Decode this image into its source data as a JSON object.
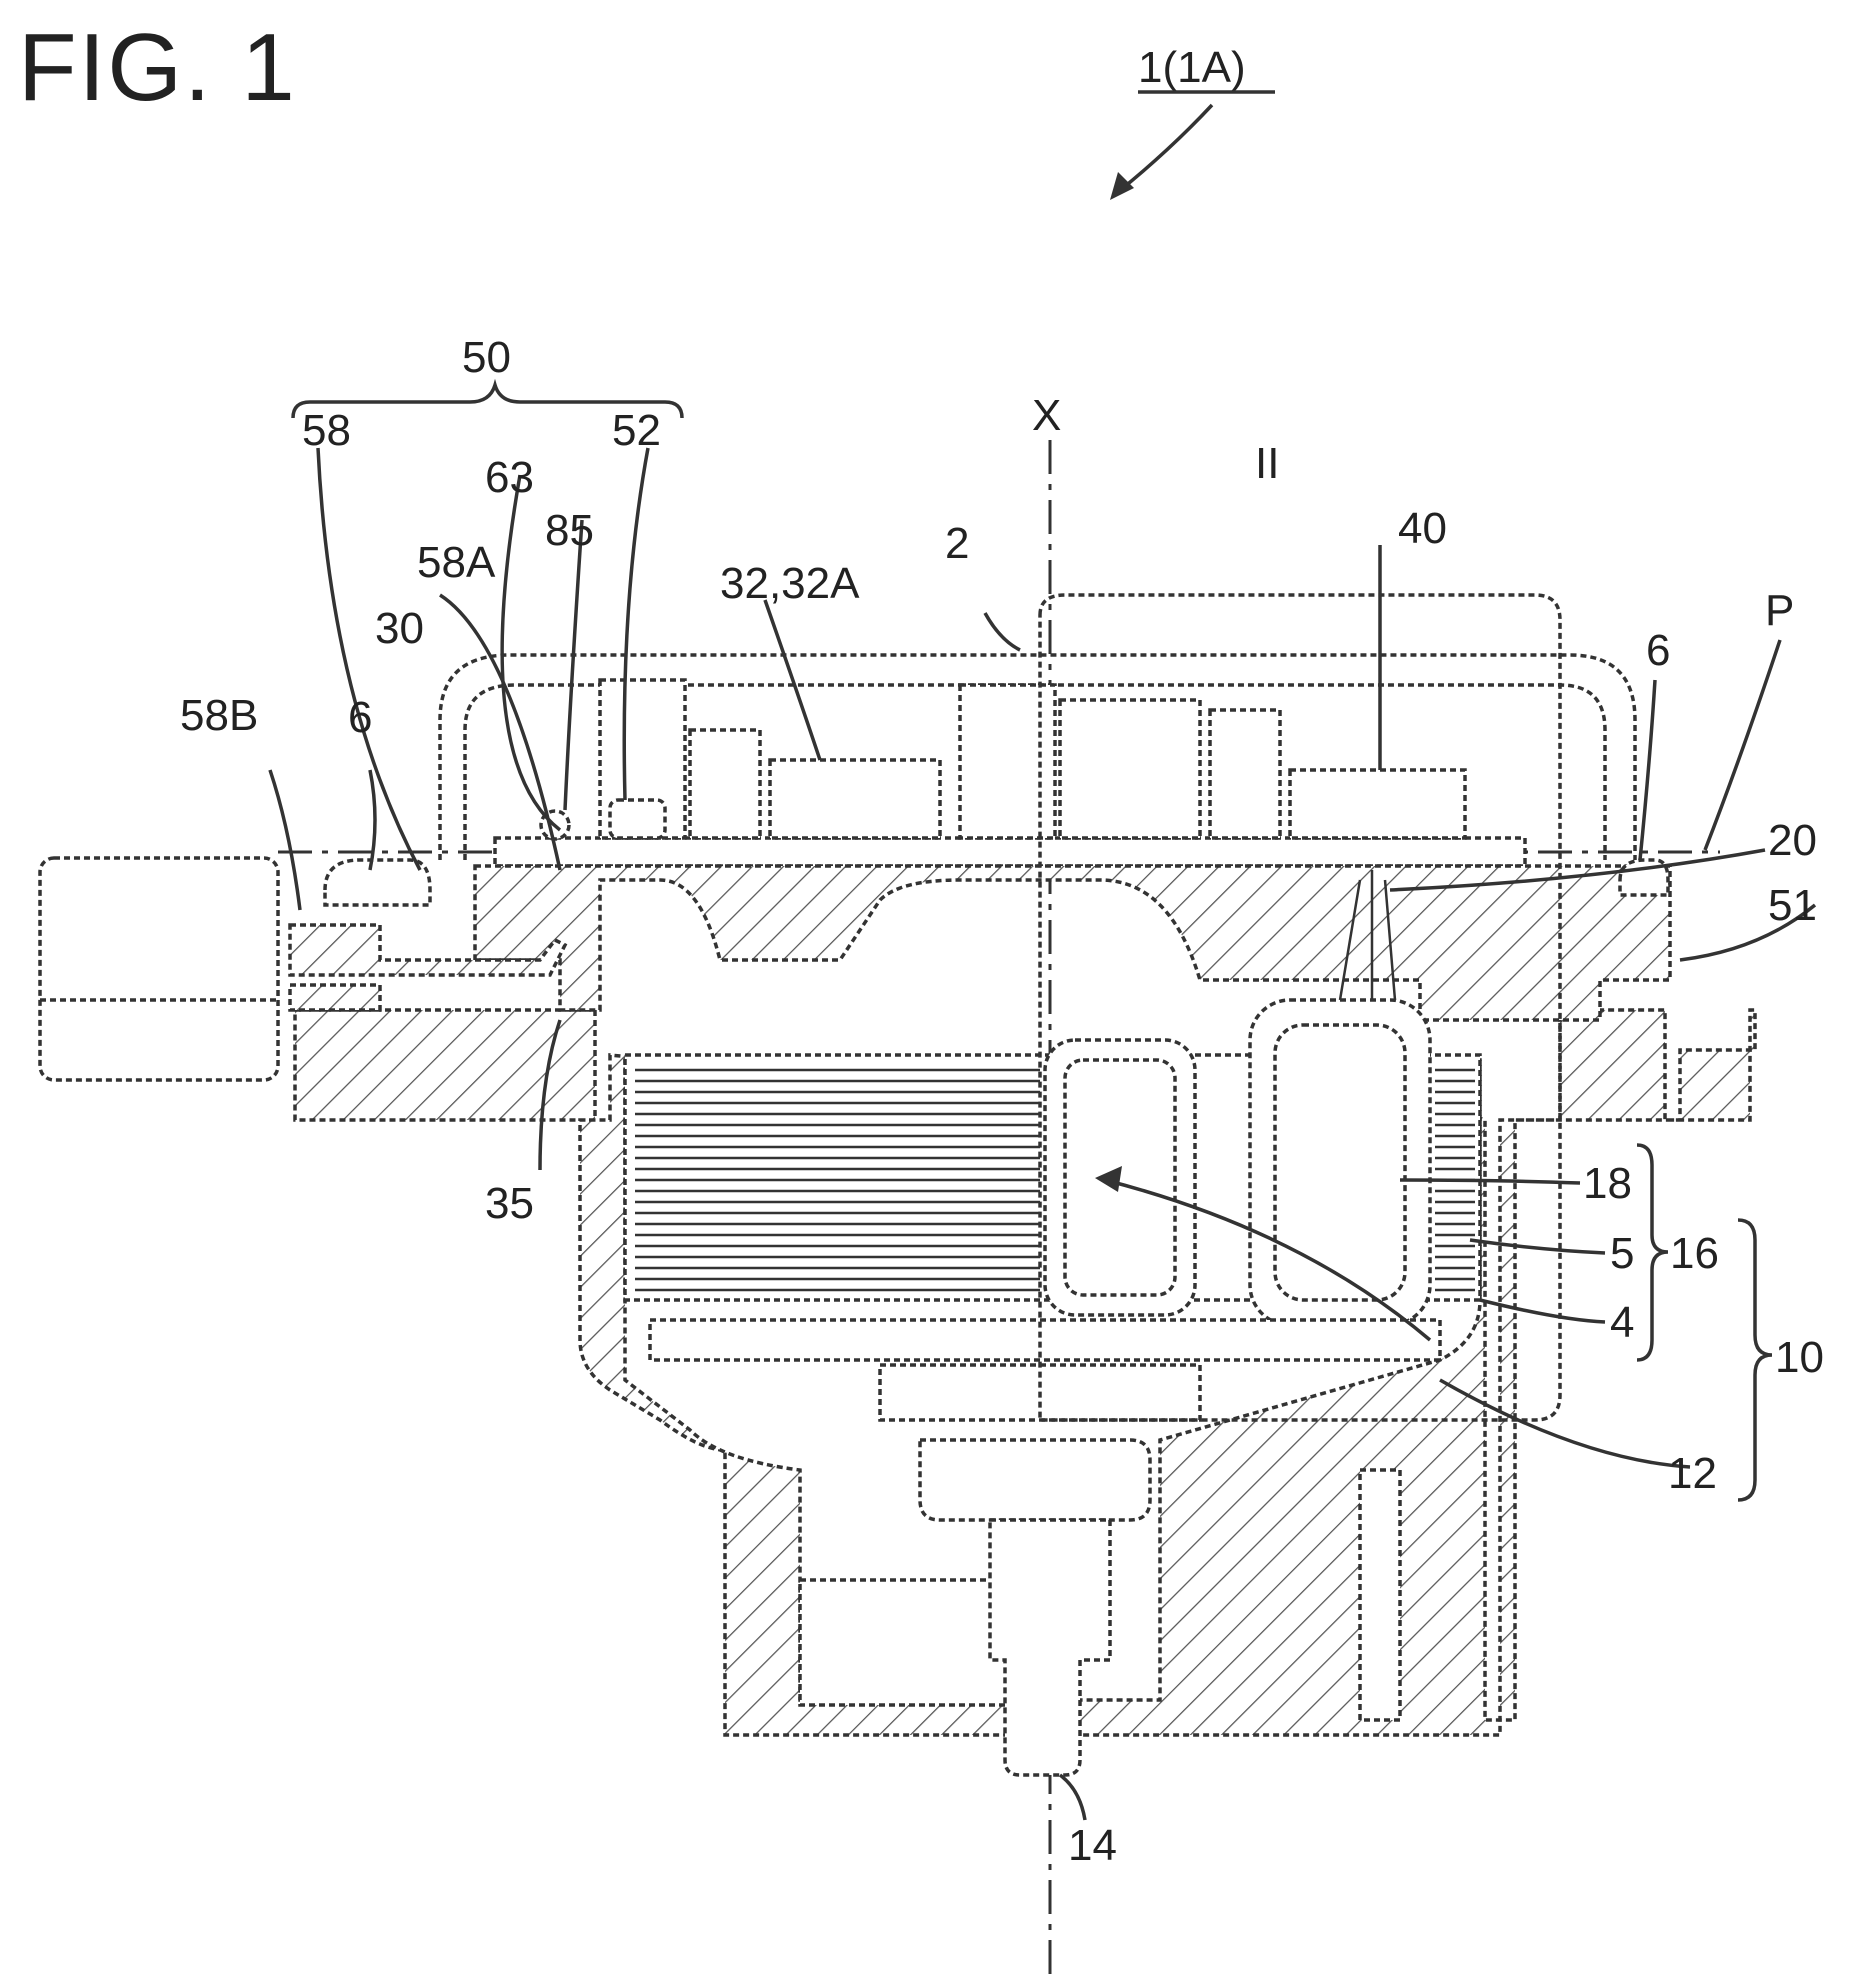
{
  "figure": {
    "title": "FIG. 1",
    "reference": "1(1A)"
  },
  "labels": {
    "l50": "50",
    "l58": "58",
    "l63": "63",
    "l52": "52",
    "l58A": "58A",
    "l85": "85",
    "l30": "30",
    "l58B": "58B",
    "l6_left": "6",
    "l32": "32,32A",
    "l2": "2",
    "lX": "X",
    "lII": "II",
    "l40": "40",
    "l6_right": "6",
    "lP": "P",
    "l20": "20",
    "l51": "51",
    "l35": "35",
    "l18": "18",
    "l5": "5",
    "l16": "16",
    "l4": "4",
    "l10": "10",
    "l12": "12",
    "l14": "14"
  }
}
